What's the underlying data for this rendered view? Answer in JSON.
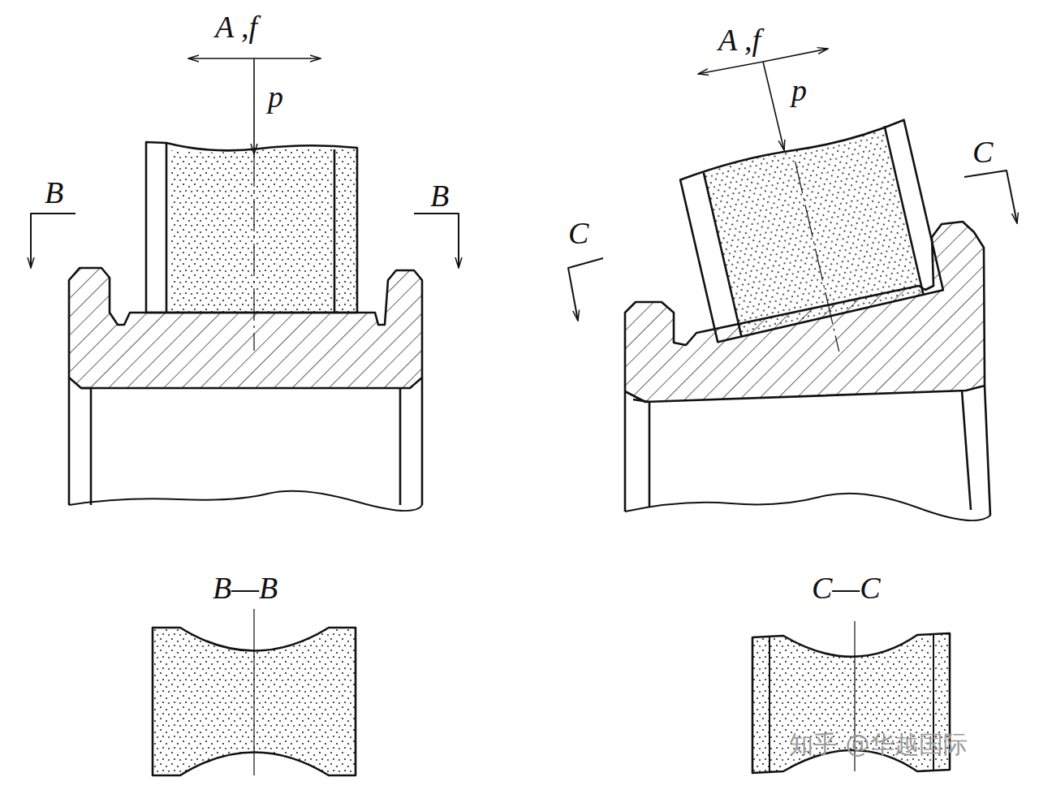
{
  "diagram": {
    "labels": [
      "A ,f",
      "p",
      "B",
      "B",
      "B—B",
      "A ,f",
      "p",
      "C",
      "C",
      "C—C",
      "知乎 @华越国际"
    ]
  }
}
